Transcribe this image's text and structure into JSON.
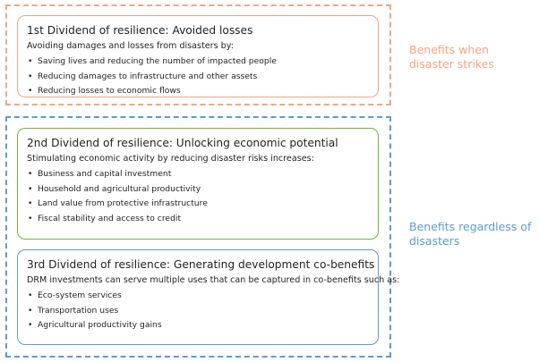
{
  "groups": {
    "disaster_strikes": {
      "label_line1": "Benefits when",
      "label_line2": "disaster strikes",
      "color": "#f4a582"
    },
    "regardless": {
      "label_line1": "Benefits regardless of",
      "label_line2": "disasters",
      "color": "#5b9bd5"
    }
  },
  "cards": {
    "first": {
      "title": "1st Dividend of resilience: Avoided losses",
      "intro": "Avoiding damages and losses from disasters by:",
      "items": [
        "Saving lives and reducing the number of impacted people",
        "Reducing damages to infrastructure and other assets",
        "Reducing losses to economic flows"
      ],
      "border_color": "#f4a582"
    },
    "second": {
      "title": "2nd Dividend of resilience: Unlocking economic potential",
      "intro": "Stimulating economic activity by reducing disaster risks increases:",
      "items": [
        "Business and capital investment",
        "Household and agricultural productivity",
        "Land value from protective infrastructure",
        "Fiscal stability and access to credit"
      ],
      "border_color": "#79b33c"
    },
    "third": {
      "title": "3rd Dividend of resilience: Generating development co-benefits",
      "intro": "DRM investments can serve multiple uses that can be captured in co-benefits such as:",
      "items": [
        "Eco-system services",
        "Transportation uses",
        "Agricultural productivity gains"
      ],
      "border_color": "#5b9bd5"
    }
  },
  "bullet_glyph": "•"
}
